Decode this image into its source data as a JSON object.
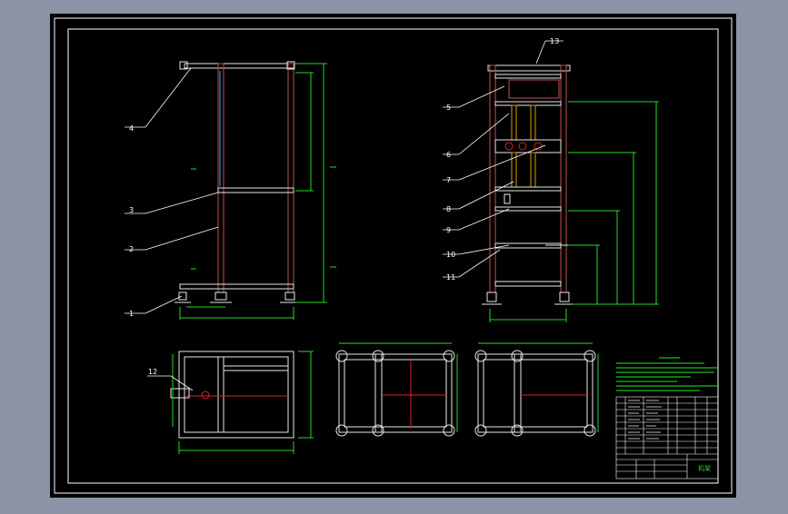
{
  "colors": {
    "viewport_bg": "#8a94a6",
    "paper": "#000000",
    "border": "#ffffff",
    "frame": "#e8e8e8",
    "frame_alt": "#c05050",
    "dimension": "#22dd22",
    "centerline": "#dd2222",
    "leader": "#ffffff",
    "label_text": "#ffffff",
    "notes_text": "#22dd22",
    "table_lines": "#ffffff",
    "table_text": "#ffffff"
  },
  "balloons": {
    "b1": "1",
    "b2": "2",
    "b3": "3",
    "b4": "4",
    "b5": "5",
    "b6": "6",
    "b7": "7",
    "b8": "8",
    "b9": "9",
    "b10": "10",
    "b11": "11",
    "b12": "12",
    "b13": "13"
  },
  "title_block": {
    "drawing_name": "机架"
  }
}
